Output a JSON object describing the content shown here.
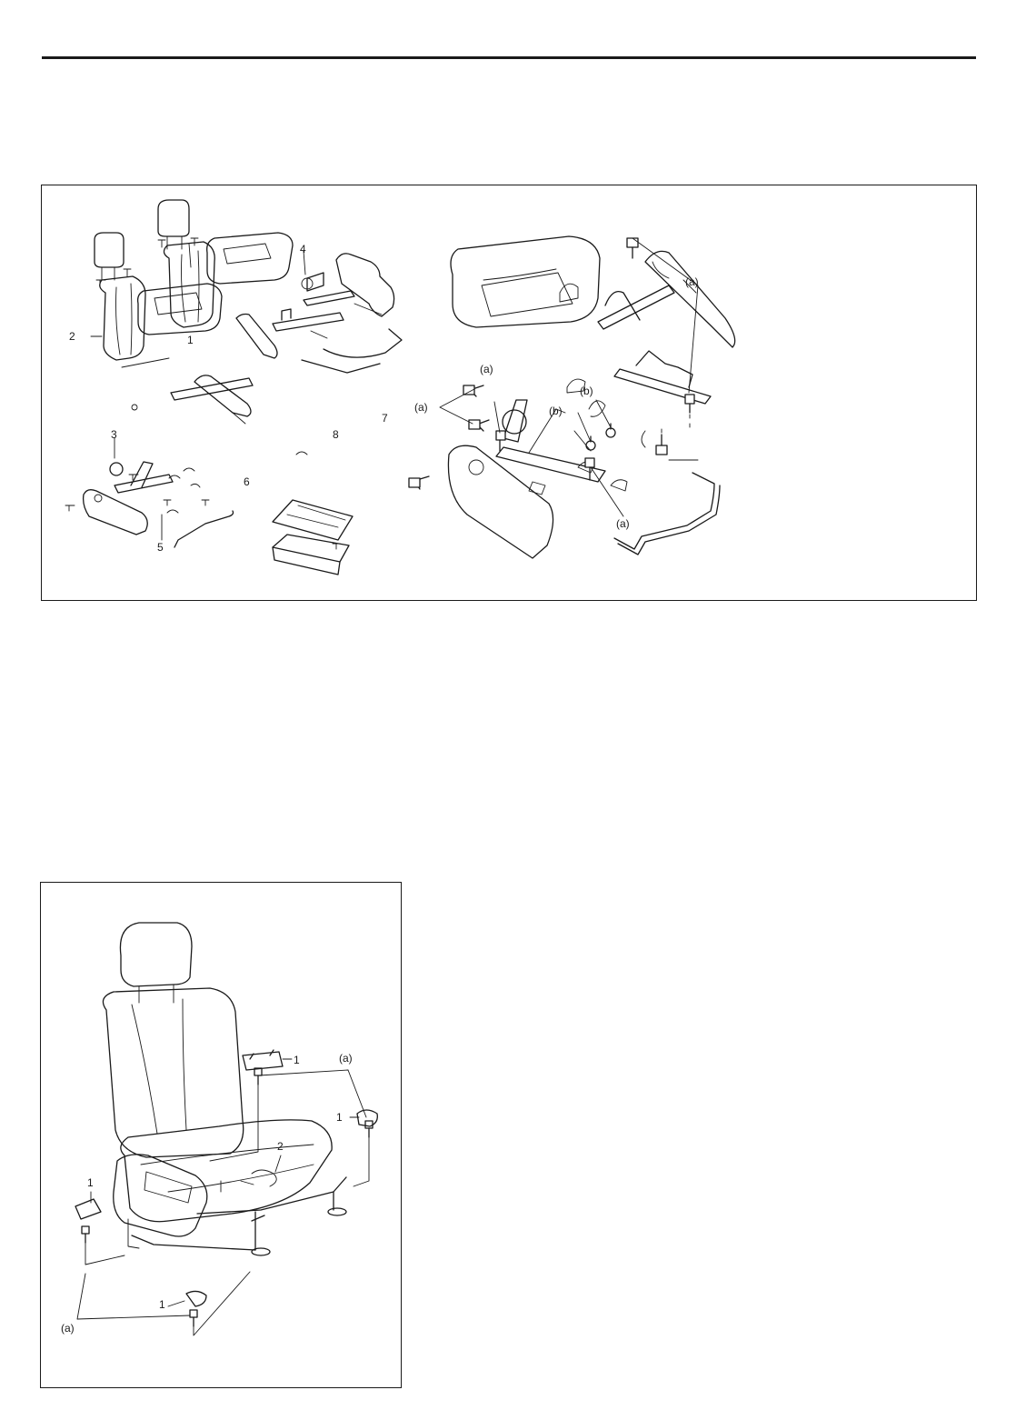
{
  "figure1": {
    "left_callouts": [
      "1",
      "2",
      "3",
      "4",
      "5",
      "6",
      "7",
      "8"
    ],
    "right_callouts": [
      "(a)",
      "(a)",
      "(a)",
      "(a)",
      "(b)",
      "(b)",
      "(a)"
    ]
  },
  "figure2": {
    "callouts": [
      "1",
      "1",
      "1",
      "1",
      "2",
      "(a)",
      "(a)"
    ]
  }
}
